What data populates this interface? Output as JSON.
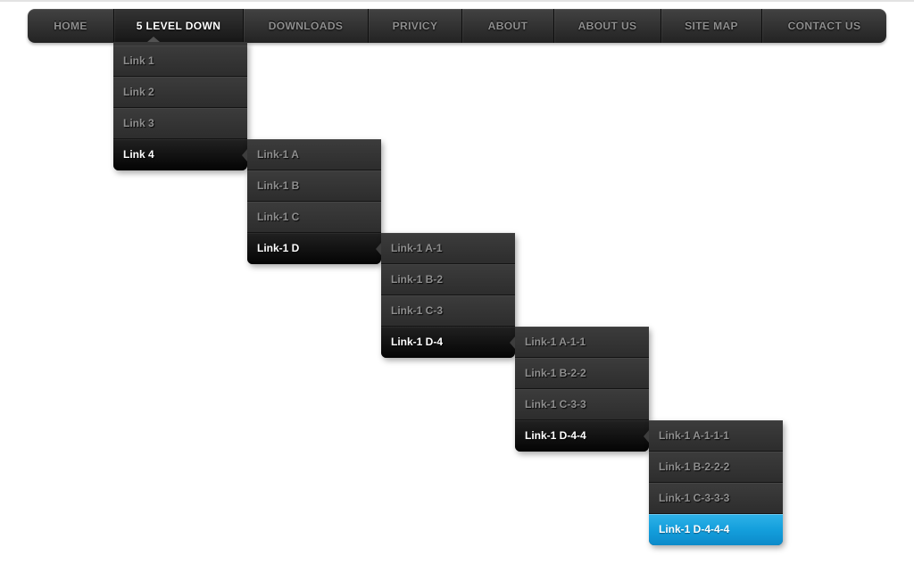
{
  "nav": {
    "active_item": "5 LEVEL DOWN",
    "items": [
      {
        "label": "HOME"
      },
      {
        "label": "5 LEVEL DOWN"
      },
      {
        "label": "DOWNLOADS"
      },
      {
        "label": "PRIVICY"
      },
      {
        "label": "ABOUT"
      },
      {
        "label": "ABOUT US"
      },
      {
        "label": "SITE MAP"
      },
      {
        "label": "CONTACT US"
      }
    ]
  },
  "menus": [
    {
      "level": 1,
      "parent": "5 LEVEL DOWN",
      "caret_icon": "caret-up",
      "items": [
        {
          "label": "Link 1",
          "state": "normal"
        },
        {
          "label": "Link 2",
          "state": "normal"
        },
        {
          "label": "Link 3",
          "state": "normal"
        },
        {
          "label": "Link 4",
          "state": "open"
        }
      ]
    },
    {
      "level": 2,
      "parent": "Link 4",
      "caret_icon": "caret-left",
      "items": [
        {
          "label": "Link-1 A",
          "state": "normal"
        },
        {
          "label": "Link-1 B",
          "state": "normal"
        },
        {
          "label": "Link-1 C",
          "state": "normal"
        },
        {
          "label": "Link-1 D",
          "state": "open"
        }
      ]
    },
    {
      "level": 3,
      "parent": "Link-1 D",
      "caret_icon": "caret-left",
      "items": [
        {
          "label": "Link-1 A-1",
          "state": "normal"
        },
        {
          "label": "Link-1 B-2",
          "state": "normal"
        },
        {
          "label": "Link-1 C-3",
          "state": "normal"
        },
        {
          "label": "Link-1 D-4",
          "state": "open"
        }
      ]
    },
    {
      "level": 4,
      "parent": "Link-1 D-4",
      "caret_icon": "caret-left",
      "items": [
        {
          "label": "Link-1 A-1-1",
          "state": "normal"
        },
        {
          "label": "Link-1 B-2-2",
          "state": "normal"
        },
        {
          "label": "Link-1 C-3-3",
          "state": "normal"
        },
        {
          "label": "Link-1 D-4-4",
          "state": "open"
        }
      ]
    },
    {
      "level": 5,
      "parent": "Link-1 D-4-4",
      "caret_icon": "caret-left",
      "items": [
        {
          "label": "Link-1 A-1-1-1",
          "state": "normal"
        },
        {
          "label": "Link-1 B-2-2-2",
          "state": "normal"
        },
        {
          "label": "Link-1 C-3-3-3",
          "state": "normal"
        },
        {
          "label": "Link-1 D-4-4-4",
          "state": "hover"
        }
      ]
    }
  ],
  "colors": {
    "accent_blue": "#149fdc",
    "nav_bg_top": "#424242",
    "nav_bg_bottom": "#232323",
    "menu_item_bg": "#333333",
    "open_item_bg": "#0d0d0d",
    "inactive_text": "#8f8f8f",
    "active_text": "#ffffff",
    "page_bg": "#ffffff"
  }
}
